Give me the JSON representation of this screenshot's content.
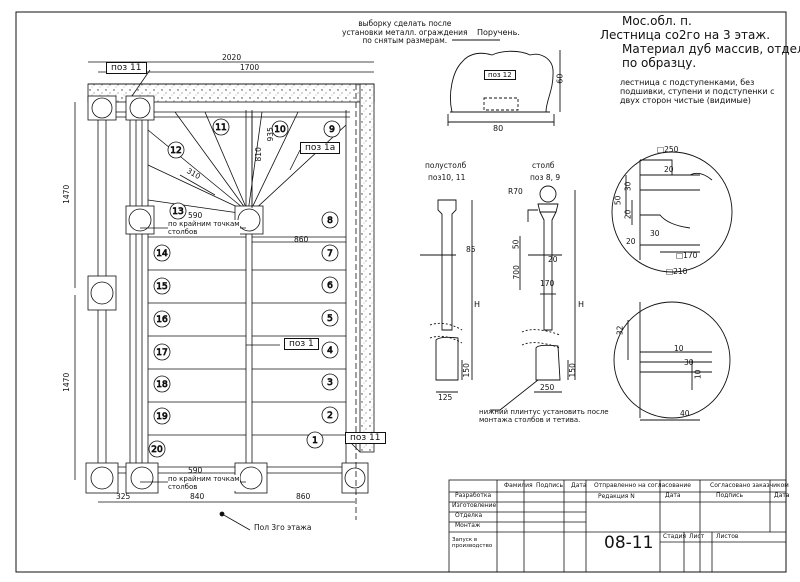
{
  "header": {
    "lines": [
      "Мос.обл. п.",
      "Лестница со2го на 3 этаж.",
      "Материал дуб массив, отделка",
      "по образцу."
    ],
    "note": [
      "лестница с подступенками, без",
      "подшивки, ступени и подступенки с",
      "двух сторон чистые (видимые)"
    ],
    "cutout_note": [
      "выборку сделать после",
      "установки металл. ограждения",
      "по снятым размерам."
    ]
  },
  "handrail": {
    "title": "Поручень.",
    "pos": "поз 12",
    "width": "80",
    "height": "60"
  },
  "posts": {
    "half_title": "полустолб",
    "half_pos": "поз10, 11",
    "full_title": "столб",
    "full_pos": "поз 8, 9",
    "dims": {
      "w85": "85",
      "h": "H",
      "h2": "H",
      "w125": "125",
      "h150": "150",
      "h150b": "150",
      "r70": "R70",
      "d50": "50",
      "d20": "20",
      "d700": "700",
      "d170": "170",
      "w250": "250"
    },
    "plinth_note": [
      "нижний плинтус установить после",
      "монтажа столбов и тетива."
    ]
  },
  "details": {
    "sq250": "250",
    "d20a": "20",
    "d50": "50",
    "d30a": "30",
    "d20b": "20",
    "d20c": "20",
    "d30b": "30",
    "sq170": "170",
    "sq210": "210",
    "d32": "32",
    "d10a": "10",
    "d30c": "30",
    "d10b": "10",
    "d40": "40"
  },
  "plan": {
    "dims_top": [
      "2020",
      "1700"
    ],
    "dims_left": [
      "1470",
      "1470"
    ],
    "dims_bottom": [
      "325",
      "840",
      "860"
    ],
    "dims_inner": [
      "590",
      "590",
      "860",
      "310",
      "810",
      "935"
    ],
    "corner_note": [
      "по крайним точкам",
      "столбов"
    ],
    "floor_note": "Пол 3го этажа",
    "pos_labels": [
      "поз 11",
      "поз 1а",
      "поз 1",
      "поз 11"
    ],
    "steps": [
      "1",
      "2",
      "3",
      "4",
      "5",
      "6",
      "7",
      "8",
      "9",
      "10",
      "11",
      "12",
      "13",
      "14",
      "15",
      "16",
      "17",
      "18",
      "19",
      "20"
    ]
  },
  "title_block": {
    "col_headers": [
      "Фамилия",
      "Подпись",
      "Дата",
      "Отправленно на согласование",
      "Согласовано заказчиком"
    ],
    "row_labels": [
      "Разработка",
      "Изготовление",
      "Отделка",
      "Монтаж"
    ],
    "launch": [
      "Запуск в",
      "производство"
    ],
    "revision": "Редакция N",
    "date1": "Дата",
    "signature": "Подпись",
    "date2": "Дата",
    "drawing_no": "08-11",
    "stage": "Стадия",
    "sheet": "Лист",
    "sheets": "Листов"
  }
}
